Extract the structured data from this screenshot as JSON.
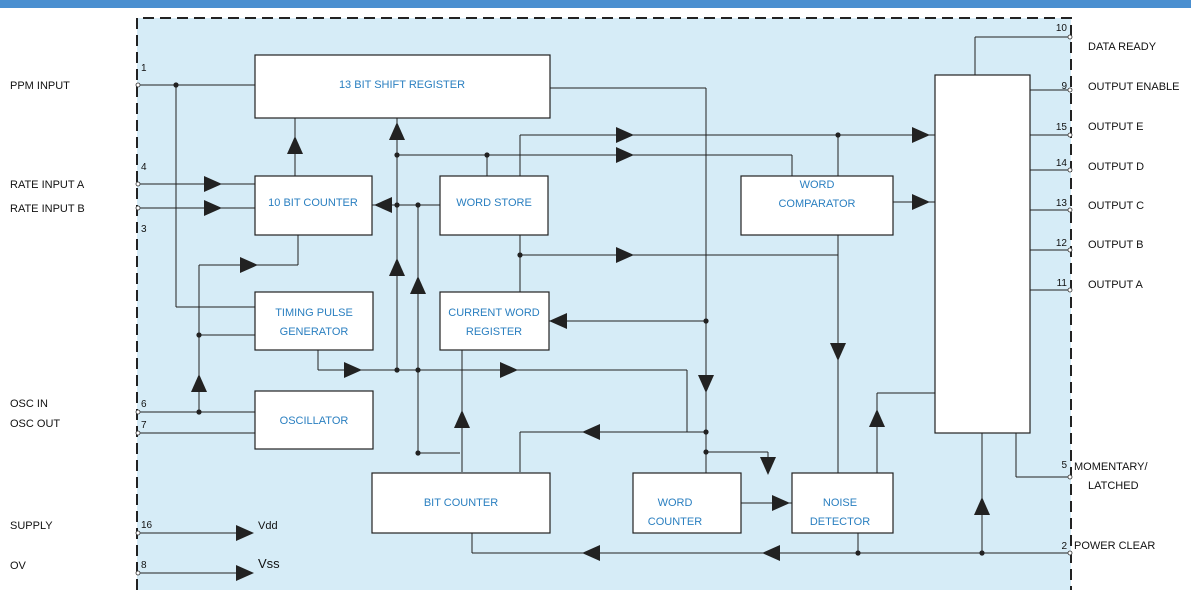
{
  "external_labels": {
    "ppm_input": "PPM INPUT",
    "rate_input_a": "RATE INPUT A",
    "rate_input_b": "RATE INPUT B",
    "osc_in": "OSC IN",
    "osc_out": "OSC OUT",
    "supply": "SUPPLY",
    "ov": "OV",
    "data_ready": "DATA READY",
    "output_enable": "OUTPUT ENABLE",
    "output_e": "OUTPUT  E",
    "output_d": "OUTPUT D",
    "output_c": "OUTPUT C",
    "output_b": "OUTPUT B",
    "output_a": "OUTPUT A",
    "momentary_1": "MOMENTARY/",
    "momentary_2": "LATCHED",
    "power_clear": "POWER CLEAR",
    "vdd": "Vdd",
    "vss": "Vss"
  },
  "pins": {
    "p1": "1",
    "p4": "4",
    "p3": "3",
    "p6": "6",
    "p7": "7",
    "p16": "16",
    "p8": "8",
    "p10": "10",
    "p9": "9",
    "p15": "15",
    "p14": "14",
    "p13": "13",
    "p12": "12",
    "p11": "11",
    "p5": "5",
    "p2": "2"
  },
  "blocks": {
    "shift_register": "13 BIT SHIFT REGISTER",
    "bit_counter_10": "10 BIT COUNTER",
    "word_store": "WORD STORE",
    "word_comparator_1": "WORD",
    "word_comparator_2": "COMPARATOR",
    "timing_pulse_1": "TIMING PULSE",
    "timing_pulse_2": "GENERATOR",
    "current_word_1": "CURRENT WORD",
    "current_word_2": "REGISTER",
    "oscillator": "OSCILLATOR",
    "bit_counter": "BIT COUNTER",
    "word_counter_1": "WORD",
    "word_counter_2": "COUNTER",
    "noise_detector_1": "NOISE",
    "noise_detector_2": "DETECTOR"
  },
  "colors": {
    "chip_fill": "#d6ecf7",
    "block_text": "#2a7fc0",
    "top_rule": "#4a8fd0"
  }
}
